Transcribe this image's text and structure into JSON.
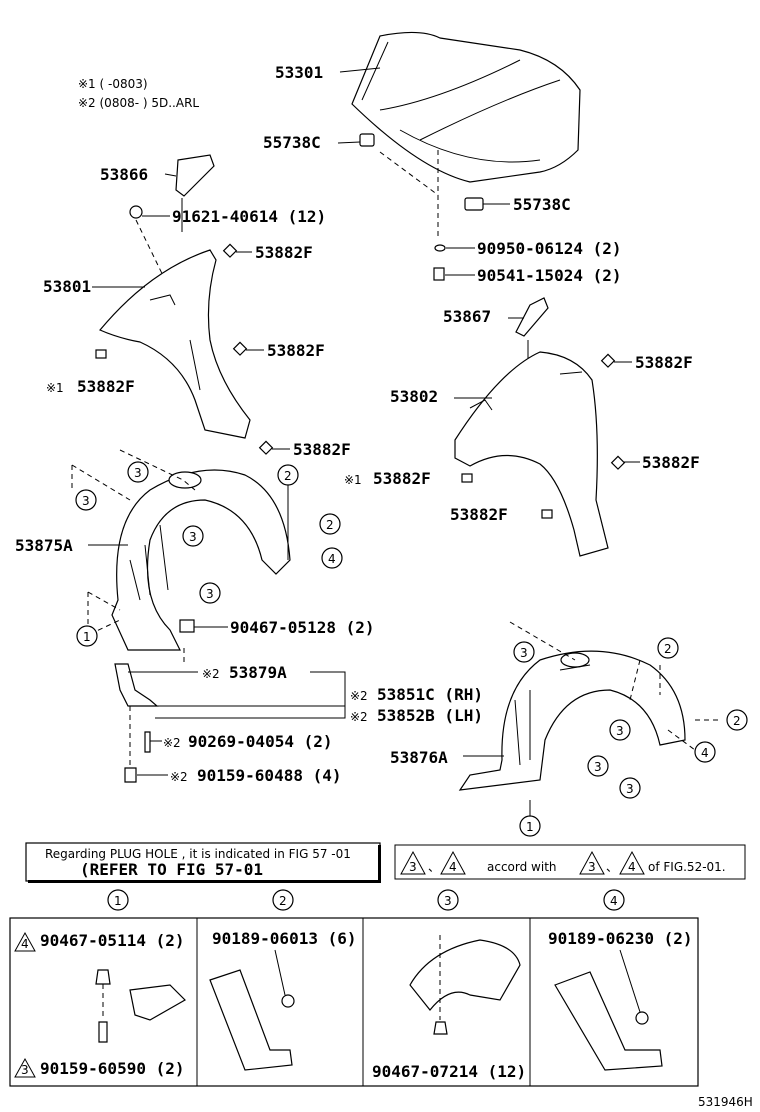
{
  "notes": {
    "note1": "※1 (      -0803)",
    "note2": "※2 (0808-       ) 5D..ARL"
  },
  "parts": {
    "p53301": "53301",
    "p55738c_a": "55738C",
    "p55738c_b": "55738C",
    "p90950": "90950-06124 (2)",
    "p90541": "90541-15024 (2)",
    "p53866": "53866",
    "p91621": "91621-40614 (12)",
    "p53882f_1": "53882F",
    "p53801": "53801",
    "p53882f_2": "53882F",
    "p53882f_3": "53882F",
    "p53882f_3_mark": "※1",
    "p53882f_4": "53882F",
    "p53867": "53867",
    "p53882f_5": "53882F",
    "p53802": "53802",
    "p53882f_6": "53882F",
    "p53882f_6_mark": "※1",
    "p53882f_7": "53882F",
    "p53882f_8": "53882F",
    "p53875a": "53875A",
    "p90467_05128": "90467-05128 (2)",
    "p53879a": "53879A",
    "p53879a_mark": "※2",
    "p53851c": "53851C (RH)",
    "p53851c_mark": "※2",
    "p53852b": "53852B (LH)",
    "p53852b_mark": "※2",
    "p90269": "90269-04054 (2)",
    "p90269_mark": "※2",
    "p90159_60488": "90159-60488 (4)",
    "p90159_60488_mark": "※2",
    "p53876a": "53876A"
  },
  "callouts": {
    "c1": "1",
    "c2": "2",
    "c3": "3",
    "c4": "4"
  },
  "refer_box": {
    "line1": "Regarding  PLUG  HOLE , it is indicated in FIG  57 -01",
    "line2": "(REFER TO FIG 57-01"
  },
  "accord_box": {
    "mark3": "3",
    "sep1": "、",
    "mark4": "4",
    "text": "accord with",
    "mark3b": "3",
    "sep2": "、",
    "mark4b": "4",
    "tail": "of FIG.52-01."
  },
  "detail_table": {
    "cols": [
      {
        "num": "1",
        "top": "90467-05114 (2)",
        "top_mark": "4",
        "bottom": "90159-60590 (2)",
        "bottom_mark": "3"
      },
      {
        "num": "2",
        "top": "90189-06013 (6)"
      },
      {
        "num": "3",
        "bottom": "90467-07214 (12)"
      },
      {
        "num": "4",
        "top": "90189-06230 (2)"
      }
    ]
  },
  "figure_id": "531946H"
}
